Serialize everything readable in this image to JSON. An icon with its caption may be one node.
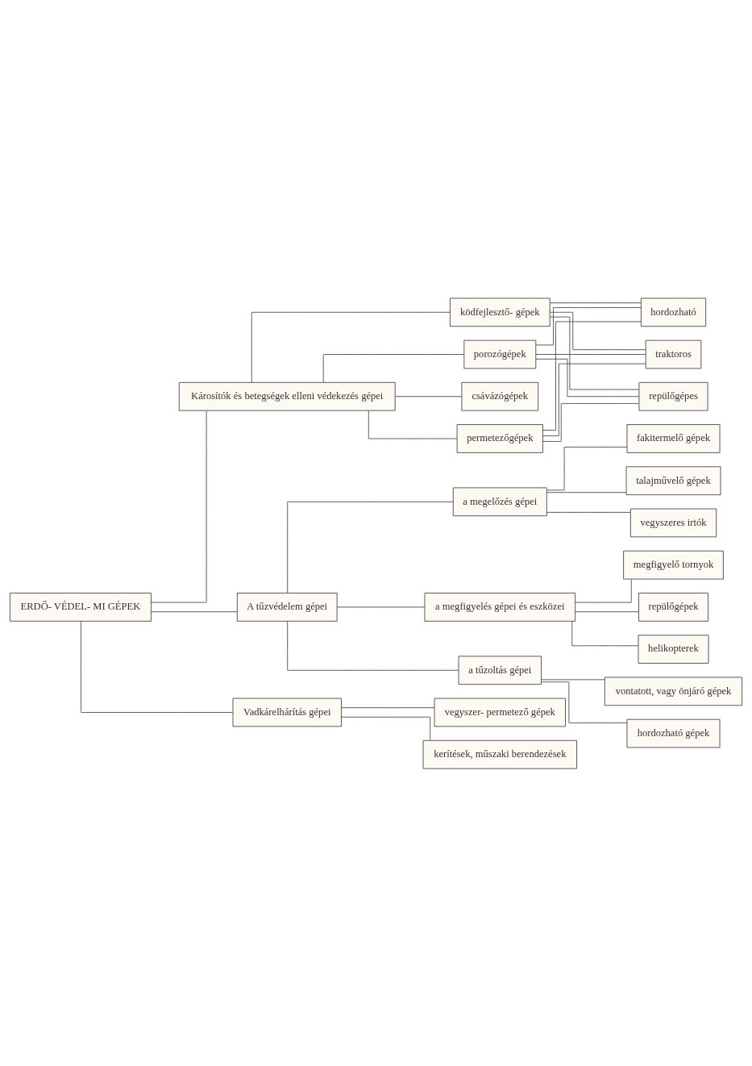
{
  "diagram": {
    "nodes": [
      {
        "text": [
          "ERDŐ- VÉDEL- MI GÉPEK"
        ]
      },
      {
        "text": [
          "Károsítók és betegségek elleni védekezés gépei"
        ]
      },
      {
        "text": [
          "porozógépek"
        ]
      },
      {
        "text": [
          "permetezőgépek"
        ]
      },
      {
        "text": [
          "ködfejlesztő- gépek"
        ]
      },
      {
        "text": [
          "csávázógépek"
        ]
      },
      {
        "text": [
          "hordozható"
        ]
      },
      {
        "text": [
          "traktoros"
        ]
      },
      {
        "text": [
          "repülőgépes"
        ]
      },
      {
        "text": [
          "A tűzvédelem gépei"
        ]
      },
      {
        "text": [
          "a megelőzés gépei"
        ]
      },
      {
        "text": [
          "fakitermelő gépek"
        ]
      },
      {
        "text": [
          "talajművelő gépek"
        ]
      },
      {
        "text": [
          "vegyszeres irtók"
        ]
      },
      {
        "text": [
          "a megfigyelés gépei és eszközei"
        ]
      },
      {
        "text": [
          "megfigyelő tornyok"
        ]
      },
      {
        "text": [
          "repülőgépek"
        ]
      },
      {
        "text": [
          "helikopterek"
        ]
      },
      {
        "text": [
          "a tűzoltás gépei"
        ]
      },
      {
        "text": [
          "hordozható gépek"
        ]
      },
      {
        "text": [
          "vontatott, vagy önjáró gépek"
        ]
      },
      {
        "text": [
          "Vadkárelhárítás gépei"
        ]
      },
      {
        "text": [
          "kerítések, műszaki berendezések"
        ]
      },
      {
        "text": [
          "vegyszer- permetező gépek"
        ]
      }
    ],
    "edges": [
      {
        "from": 0,
        "to": 1,
        "arrow": "none"
      },
      {
        "from": 0,
        "to": 9,
        "arrow": "none"
      },
      {
        "from": 0,
        "to": 21,
        "arrow": "none"
      },
      {
        "from": 1,
        "to": 2,
        "arrow": "none"
      },
      {
        "from": 1,
        "to": 3,
        "arrow": "none"
      },
      {
        "from": 1,
        "to": 4,
        "arrow": "none"
      },
      {
        "from": 1,
        "to": 5,
        "arrow": "none"
      },
      {
        "from": 2,
        "to": 6,
        "arrow": "none"
      },
      {
        "from": 2,
        "to": 7,
        "arrow": "none"
      },
      {
        "from": 2,
        "to": 8,
        "arrow": "none"
      },
      {
        "from": 3,
        "to": 6,
        "arrow": "none"
      },
      {
        "from": 3,
        "to": 7,
        "arrow": "none"
      },
      {
        "from": 3,
        "to": 8,
        "arrow": "none"
      },
      {
        "from": 4,
        "to": 6,
        "arrow": "none"
      },
      {
        "from": 4,
        "to": 7,
        "arrow": "none"
      },
      {
        "from": 4,
        "to": 8,
        "arrow": "none"
      },
      {
        "from": 9,
        "to": 10,
        "arrow": "none"
      },
      {
        "from": 9,
        "to": 14,
        "arrow": "none"
      },
      {
        "from": 9,
        "to": 18,
        "arrow": "none"
      },
      {
        "from": 10,
        "to": 11,
        "arrow": "none"
      },
      {
        "from": 10,
        "to": 12,
        "arrow": "none"
      },
      {
        "from": 10,
        "to": 13,
        "arrow": "none"
      },
      {
        "from": 14,
        "to": 15,
        "arrow": "none"
      },
      {
        "from": 14,
        "to": 16,
        "arrow": "none"
      },
      {
        "from": 14,
        "to": 17,
        "arrow": "none"
      },
      {
        "from": 18,
        "to": 19,
        "arrow": "none"
      },
      {
        "from": 18,
        "to": 20,
        "arrow": "none"
      },
      {
        "from": 21,
        "to": 22,
        "arrow": "none"
      },
      {
        "from": 21,
        "to": 23,
        "arrow": "none"
      }
    ]
  }
}
